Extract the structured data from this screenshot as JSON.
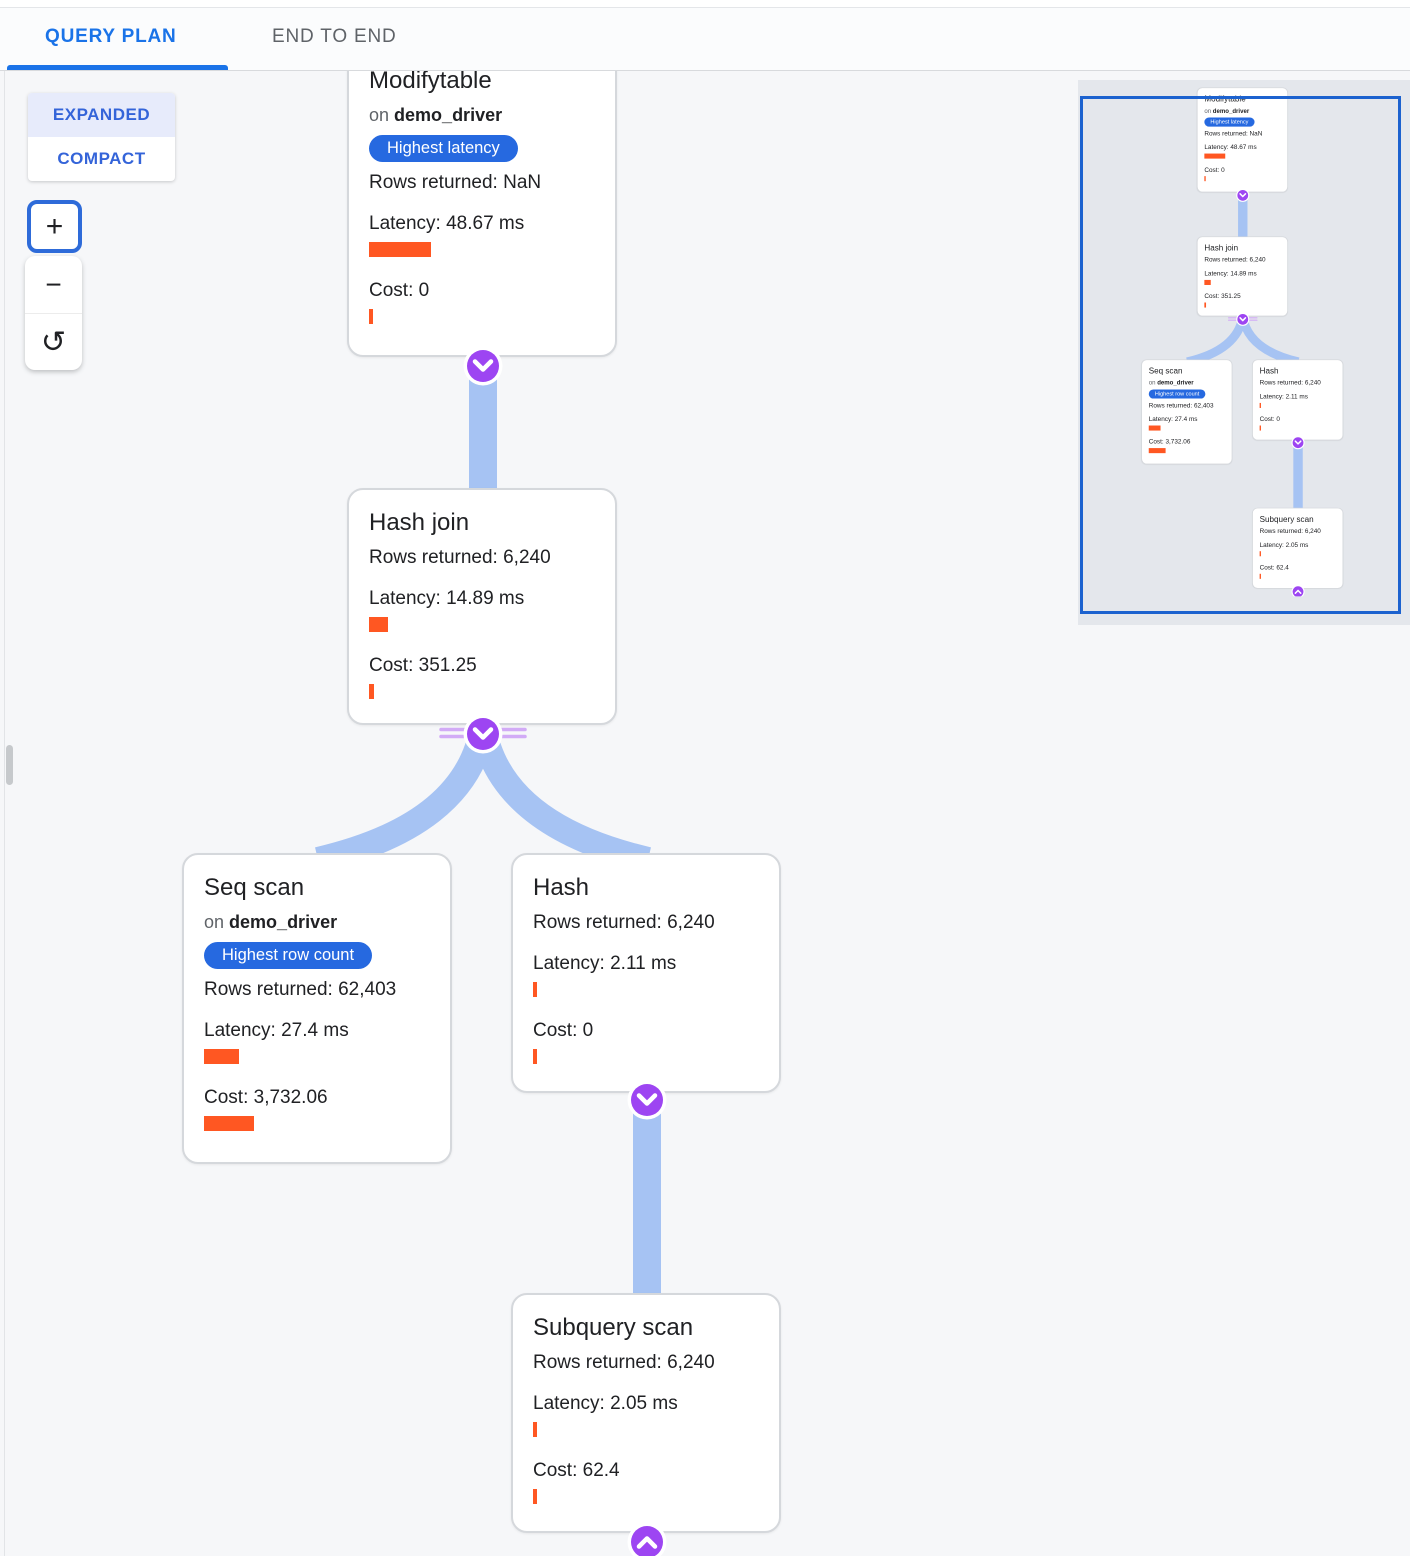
{
  "tabs": {
    "query_plan": "QUERY PLAN",
    "end_to_end": "END TO END"
  },
  "view_toggle": {
    "expanded": "EXPANDED",
    "compact": "COMPACT",
    "selected": "EXPANDED"
  },
  "zoom_controls": {
    "zoom_in": "+",
    "zoom_out": "−",
    "reset_icon": "↺"
  },
  "nodes": {
    "modifytable": {
      "title": "Modifytable",
      "on_prefix": "on",
      "table": "demo_driver",
      "badge": "Highest latency",
      "rows": "Rows returned: NaN",
      "latency": "Latency: 48.67 ms",
      "cost": "Cost: 0",
      "latency_ms": 48.67,
      "cost_value": 0
    },
    "hash_join": {
      "title": "Hash join",
      "rows": "Rows returned: 6,240",
      "latency": "Latency: 14.89 ms",
      "cost": "Cost: 351.25",
      "latency_ms": 14.89,
      "cost_value": 351.25
    },
    "seq_scan": {
      "title": "Seq scan",
      "on_prefix": "on",
      "table": "demo_driver",
      "badge": "Highest row count",
      "rows": "Rows returned: 62,403",
      "latency": "Latency: 27.4 ms",
      "cost": "Cost: 3,732.06",
      "latency_ms": 27.4,
      "cost_value": 3732.06
    },
    "hash": {
      "title": "Hash",
      "rows": "Rows returned: 6,240",
      "latency": "Latency: 2.11 ms",
      "cost": "Cost: 0",
      "latency_ms": 2.11,
      "cost_value": 0
    },
    "subquery_scan": {
      "title": "Subquery scan",
      "rows": "Rows returned: 6,240",
      "latency": "Latency: 2.05 ms",
      "cost": "Cost: 62.4",
      "latency_ms": 2.05,
      "cost_value": 62.4
    }
  },
  "colors": {
    "tab_active": "#1a73e8",
    "toggle_text": "#3464d9",
    "badge_blue": "#2669e0",
    "metric_bar_orange": "#ff5722",
    "edge_blue": "#a6c3f3",
    "toggle_purple": "#9d45f2",
    "minimap_viewport_border": "#1c62cf",
    "canvas_bg": "#f6f7f9",
    "minimap_bg": "#e4e7ec"
  }
}
